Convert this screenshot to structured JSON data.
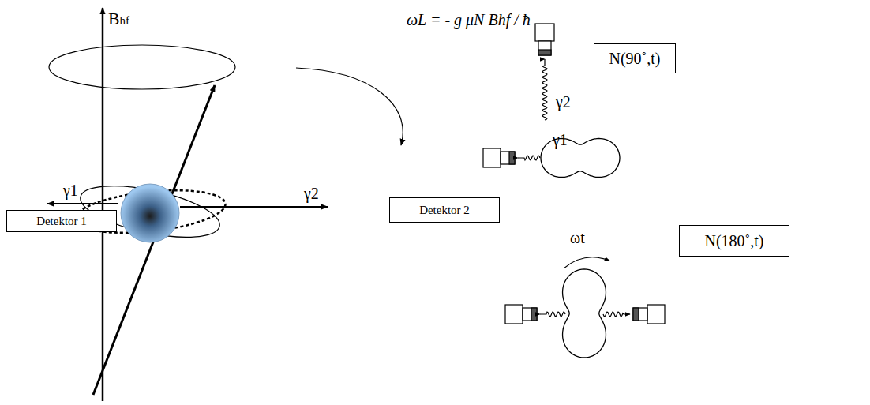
{
  "diagram": {
    "nodes": [
      {
        "text": [
          "Detektor 1"
        ]
      },
      {
        "text": [
          "Detektor 2"
        ]
      },
      {
        "text": [
          "N(90˚,t)"
        ]
      },
      {
        "text": [
          "N(180˚,t)"
        ]
      }
    ],
    "labels": [
      "Bhf",
      "ωL = - g μN Bhf / ħ",
      "γ1",
      "γ2",
      "γ2",
      "γ1",
      "ωt"
    ]
  }
}
